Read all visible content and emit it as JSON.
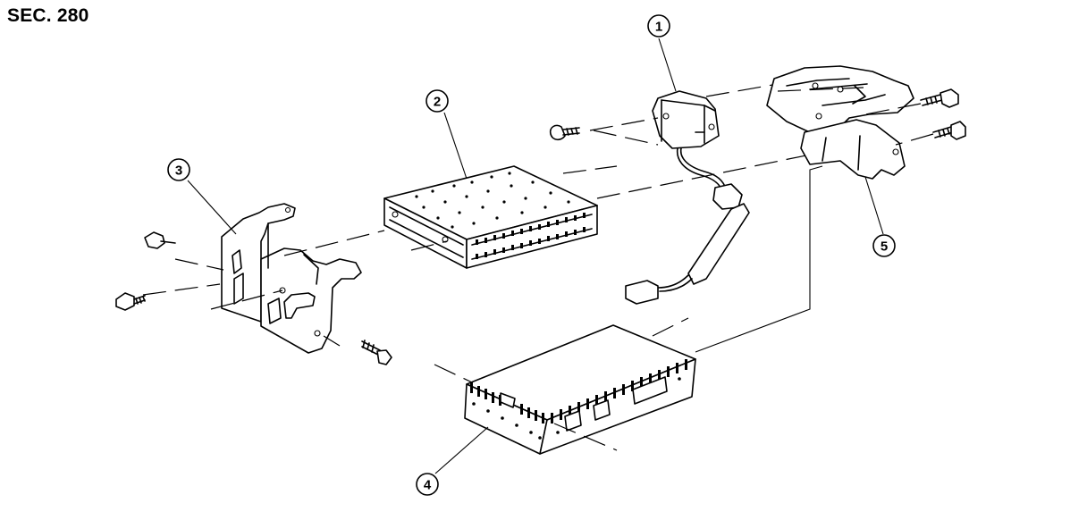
{
  "section_label": "SEC. 280",
  "callouts": [
    {
      "id": "1",
      "label": "1"
    },
    {
      "id": "2",
      "label": "2"
    },
    {
      "id": "3",
      "label": "3"
    },
    {
      "id": "4",
      "label": "4"
    },
    {
      "id": "5",
      "label": "5"
    }
  ]
}
